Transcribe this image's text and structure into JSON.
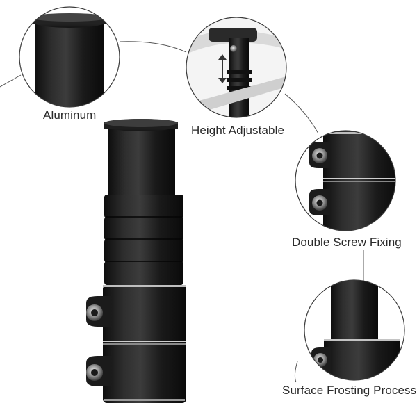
{
  "features": {
    "aluminum": {
      "label": "Aluminum"
    },
    "height_adjustable": {
      "label": "Height Adjustable"
    },
    "double_screw_fixing": {
      "label": "Double Screw Fixing"
    },
    "surface_frosting": {
      "label": "Surface Frosting Process"
    }
  },
  "colors": {
    "background": "#ffffff",
    "product_body": "#1c1c1c",
    "circle_outline": "#3a3a3a",
    "label_text": "#2a2a2a"
  }
}
